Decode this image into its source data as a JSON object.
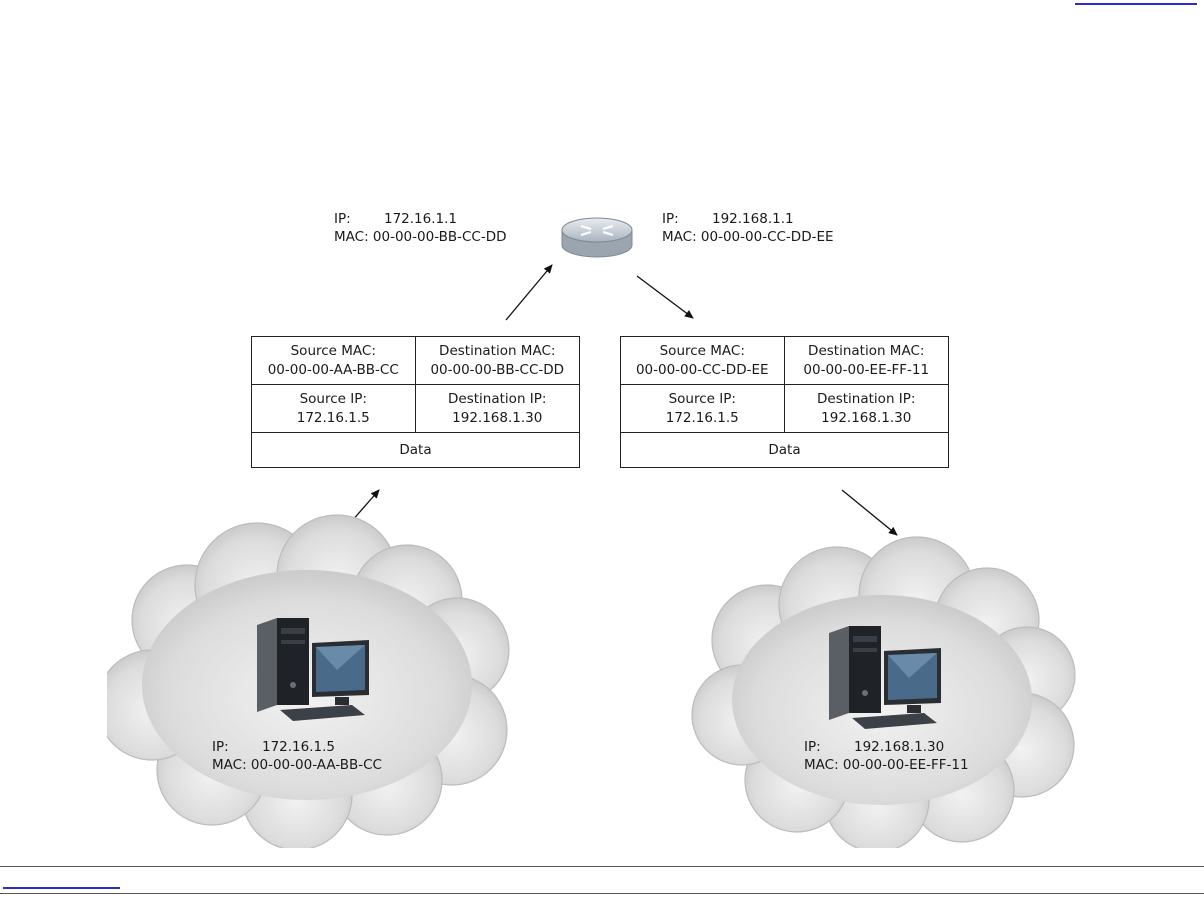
{
  "router": {
    "left_interface": {
      "ip_label": "IP:",
      "ip": "172.16.1.1",
      "mac_label": "MAC:",
      "mac": "00-00-00-BB-CC-DD"
    },
    "right_interface": {
      "ip_label": "IP:",
      "ip": "192.168.1.1",
      "mac_label": "MAC:",
      "mac": "00-00-00-CC-DD-EE"
    }
  },
  "frames": [
    {
      "source_mac_label": "Source MAC:",
      "source_mac": "00-00-00-AA-BB-CC",
      "dest_mac_label": "Destination MAC:",
      "dest_mac": "00-00-00-BB-CC-DD",
      "source_ip_label": "Source IP:",
      "source_ip": "172.16.1.5",
      "dest_ip_label": "Destination IP:",
      "dest_ip": "192.168.1.30",
      "data_label": "Data"
    },
    {
      "source_mac_label": "Source MAC:",
      "source_mac": "00-00-00-CC-DD-EE",
      "dest_mac_label": "Destination MAC:",
      "dest_mac": "00-00-00-EE-FF-11",
      "source_ip_label": "Source IP:",
      "source_ip": "172.16.1.5",
      "dest_ip_label": "Destination IP:",
      "dest_ip": "192.168.1.30",
      "data_label": "Data"
    }
  ],
  "hosts": [
    {
      "ip_label": "IP:",
      "ip": "172.16.1.5",
      "mac_label": "MAC:",
      "mac": "00-00-00-AA-BB-CC"
    },
    {
      "ip_label": "IP:",
      "ip": "192.168.1.30",
      "mac_label": "MAC:",
      "mac": "00-00-00-EE-FF-11"
    }
  ],
  "colors": {
    "link": "#2b2bd6",
    "cloud_fill": "#d9d9d9",
    "cloud_stroke": "#b5b5b5",
    "router_top": "#c8d0d8",
    "router_side": "#8d98a3"
  }
}
